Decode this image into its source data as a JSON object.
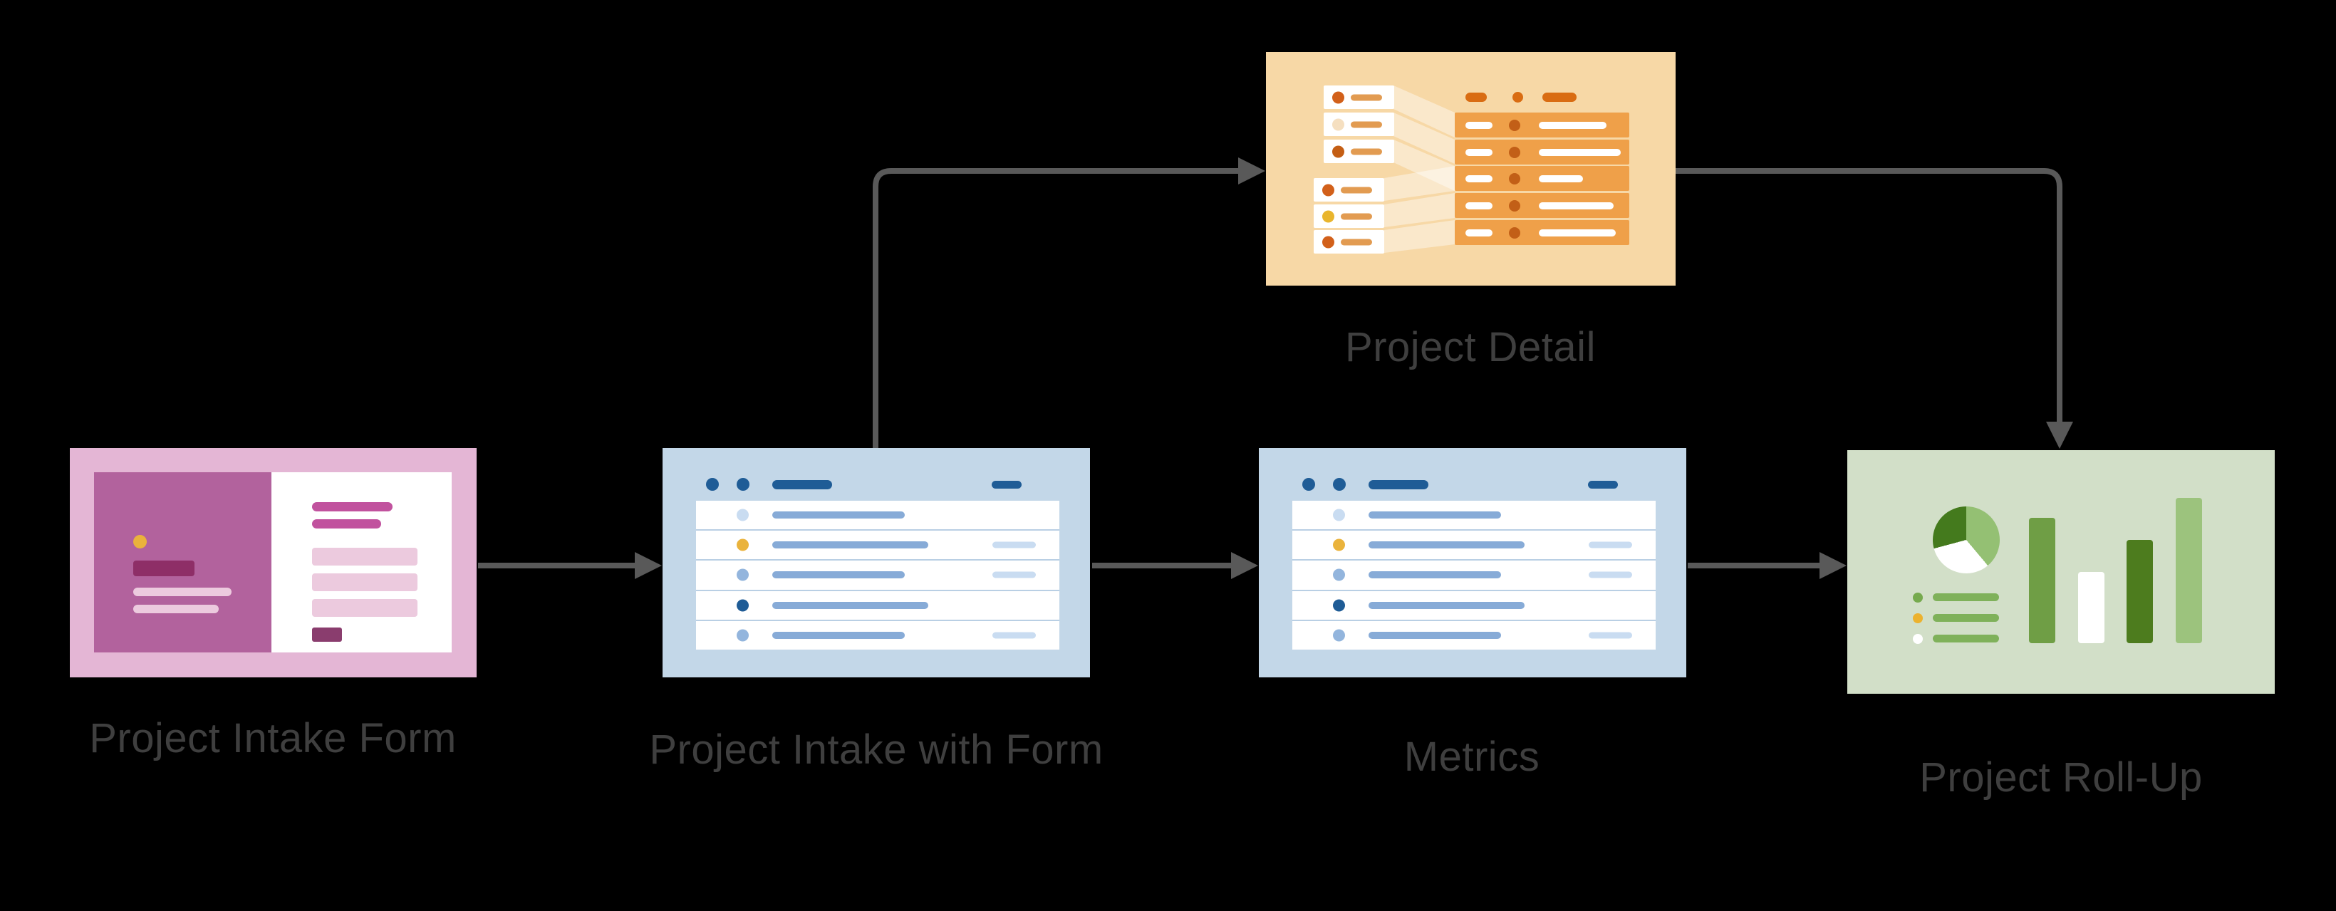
{
  "diagram": {
    "background_color": "#000000",
    "connector_color": "#595959",
    "label_color": "#3f3f3f",
    "nodes": [
      {
        "id": "project-intake-form",
        "label": "Project Intake Form",
        "thumbnail": "form-screen",
        "palette": {
          "card": "#e4b6d5",
          "panel": "#b2629d",
          "accent_dark": "#8e2e67",
          "accent_light": "#eccade",
          "accent_bright": "#c1529e",
          "badge": "#8a3d6e",
          "dot_yellow": "#eab23c"
        }
      },
      {
        "id": "project-intake-with-form",
        "label": "Project Intake with Form",
        "thumbnail": "record-list-screen",
        "palette": {
          "card": "#c3d7e8",
          "dark_blue": "#1f5c96",
          "medium_blue": "#87abd7",
          "pale_blue": "#c9dcf1",
          "dot_yellow": "#eab33c"
        }
      },
      {
        "id": "project-detail",
        "label": "Project Detail",
        "thumbnail": "detail-mapping-screen",
        "palette": {
          "card": "#f7d8a6",
          "row_orange": "#efa049",
          "dark_orange": "#d96c12",
          "dot_dark": "#c25f17",
          "bar_orange": "#e29b51",
          "dot_pale": "#f5dfc0",
          "dot_yellow": "#e9b52d"
        }
      },
      {
        "id": "metrics",
        "label": "Metrics",
        "thumbnail": "record-list-screen",
        "palette": {
          "card": "#c3d7e8",
          "dark_blue": "#1f5c96",
          "medium_blue": "#87abd7",
          "pale_blue": "#c9dcf1",
          "dot_yellow": "#eab33c"
        }
      },
      {
        "id": "project-roll-up",
        "label": "Project Roll-Up",
        "thumbnail": "dashboard-screen",
        "palette": {
          "card": "#d2dfc8",
          "pie_green": "#94c073",
          "pie_dark": "#447a1d",
          "bar_medium": "#6f9e45",
          "bar_dark": "#4d7c1e",
          "bar_light": "#9cc37d",
          "legend_green": "#76aa4e",
          "legend_yellow": "#ecb22e",
          "legend_line": "#7fb15a"
        }
      }
    ],
    "edges": [
      {
        "from": "project-intake-form",
        "to": "project-intake-with-form"
      },
      {
        "from": "project-intake-with-form",
        "to": "project-detail"
      },
      {
        "from": "project-intake-with-form",
        "to": "metrics"
      },
      {
        "from": "project-detail",
        "to": "project-roll-up"
      },
      {
        "from": "metrics",
        "to": "project-roll-up"
      }
    ]
  }
}
